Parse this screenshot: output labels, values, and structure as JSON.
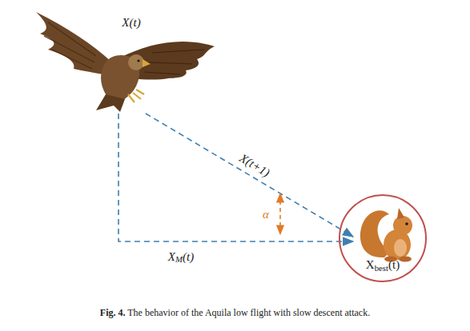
{
  "diagram": {
    "caption": "Fig. 4. The behavior of the Aquila low flight with slow descent attack.",
    "nodes": [
      {
        "text": [
          "Xbest(t)"
        ]
      }
    ],
    "labels": [
      "X(t)",
      "X(t+1)",
      "α",
      "XM(t)"
    ]
  }
}
